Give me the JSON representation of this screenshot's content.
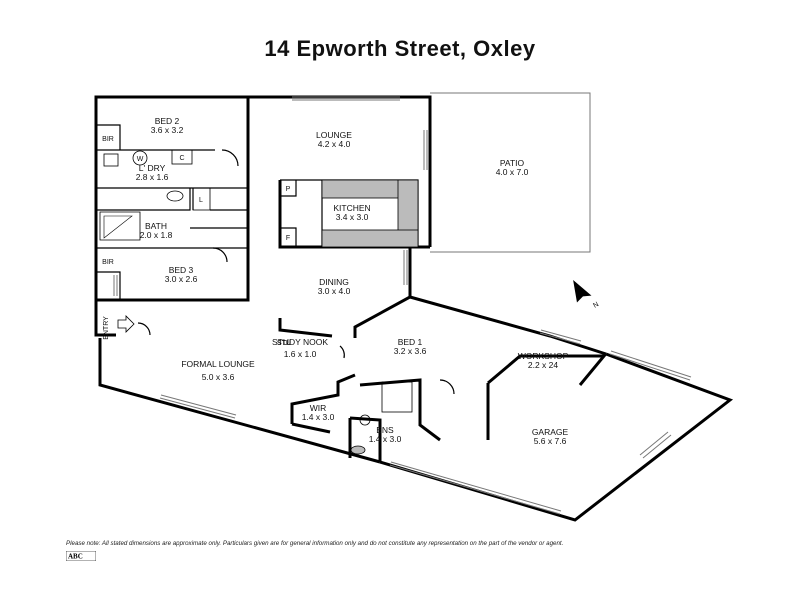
{
  "title": "14 Epworth Street, Oxley",
  "rooms": [
    {
      "name": "BED 2",
      "dims": "3.6 x 3.2"
    },
    {
      "name": "LOUNGE",
      "dims": "4.2 x 4.0"
    },
    {
      "name": "PATIO",
      "dims": "4.0 x 7.0"
    },
    {
      "name": "L' DRY",
      "dims": "2.8 x 1.6"
    },
    {
      "name": "KITCHEN",
      "dims": "3.4 x 3.0"
    },
    {
      "name": "BATH",
      "dims": "2.0 x 1.8"
    },
    {
      "name": "BED 3",
      "dims": "3.0 x 2.6"
    },
    {
      "name": "DINING",
      "dims": "3.0 x 4.0"
    },
    {
      "name": "STUDY NOOK",
      "dims": "1.6 x 1.0"
    },
    {
      "name": "BED 1",
      "dims": "3.2 x 3.6"
    },
    {
      "name": "WORKSHOP",
      "dims": "2.2 x 24"
    },
    {
      "name": "FORMAL LOUNGE",
      "dims": "5.0 x 3.6"
    },
    {
      "name": "WIR",
      "dims": "1.4 x 3.0"
    },
    {
      "name": "ENS",
      "dims": "1.4 x 3.0"
    },
    {
      "name": "GARAGE",
      "dims": "5.6 x 7.6"
    }
  ],
  "fixtures": {
    "bir_top": "BIR",
    "bir_bottom": "BIR",
    "washer": "W",
    "cupboard": "C",
    "linen": "L",
    "pantry": "P",
    "fridge": "F",
    "study_tag": "STU"
  },
  "entry_label": "ENTRY",
  "compass_label": "N",
  "disclaimer": "Please note: All stated dimensions are approximate only. Particulars given are for general information only and do not constitute any representation on the part of the vendor or agent.",
  "logo_text": "ABC"
}
